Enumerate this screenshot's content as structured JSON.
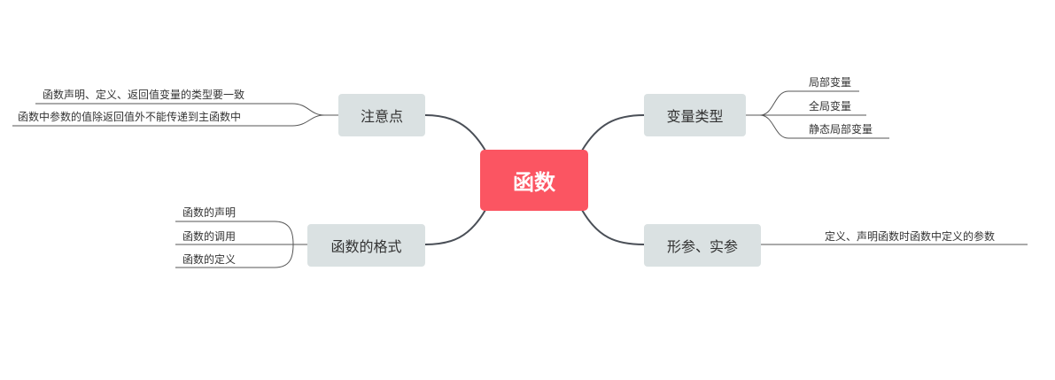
{
  "colors": {
    "central_bg": "#fb5562",
    "central_text": "#ffffff",
    "branch_bg": "#dae1e2",
    "branch_text": "#333333",
    "connector": "#4a4f57",
    "leaf_line": "#555555"
  },
  "mindmap": {
    "central": "函数",
    "branches": [
      {
        "label": "注意点",
        "leaves": [
          "函数声明、定义、返回值变量的类型要一致",
          "函数中参数的值除返回值外不能传递到主函数中"
        ]
      },
      {
        "label": "变量类型",
        "leaves": [
          "局部变量",
          "全局变量",
          "静态局部变量"
        ]
      },
      {
        "label": "函数的格式",
        "leaves": [
          "函数的声明",
          "函数的调用",
          "函数的定义"
        ]
      },
      {
        "label": "形参、实参",
        "leaves": [
          "定义、声明函数时函数中定义的参数"
        ]
      }
    ]
  }
}
